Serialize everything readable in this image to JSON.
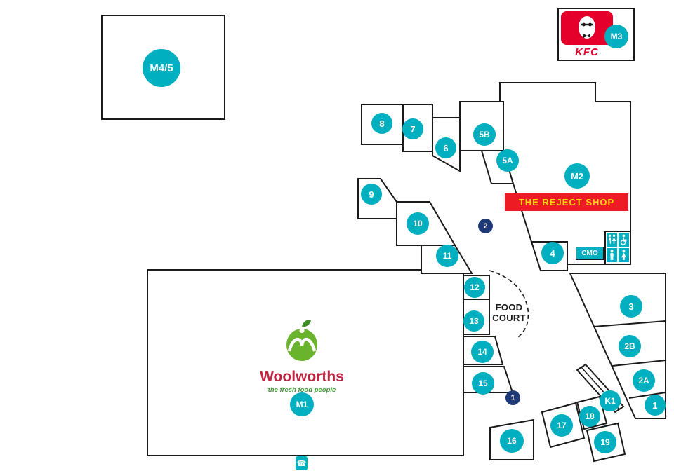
{
  "map": {
    "units": {
      "m45": "M4/5",
      "m3": "M3",
      "m2": "M2",
      "m1": "M1",
      "u1": "1",
      "u2a": "2A",
      "u2b": "2B",
      "u3": "3",
      "u4": "4",
      "u5a": "5A",
      "u5b": "5B",
      "u6": "6",
      "u7": "7",
      "u8": "8",
      "u9": "9",
      "u10": "10",
      "u11": "11",
      "u12": "12",
      "u13": "13",
      "u14": "14",
      "u15": "15",
      "u16": "16",
      "u17": "17",
      "u18": "18",
      "u19": "19",
      "k1": "K1"
    },
    "entrances": {
      "e1": "1",
      "e2": "2"
    },
    "tenants": {
      "woolworths": {
        "name": "Woolworths",
        "tagline": "the fresh food people"
      },
      "reject_shop": "THE REJECT SHOP",
      "kfc": "KFC",
      "cmo": "CMO"
    },
    "food_court": {
      "line1": "FOOD",
      "line2": "COURT"
    },
    "icons": {
      "toilets": "male-female-toilet",
      "accessible": "accessible-toilet",
      "male": "male-toilet",
      "female": "female-toilet",
      "telephone": "☎"
    },
    "colors": {
      "teal": "#00afc0",
      "navy": "#1d3976",
      "reject_red": "#ed1c24",
      "reject_yellow": "#ffd60a",
      "kfc_red": "#e4002b",
      "woolworths_red": "#c02440",
      "woolworths_green": "#3e9b35"
    }
  }
}
